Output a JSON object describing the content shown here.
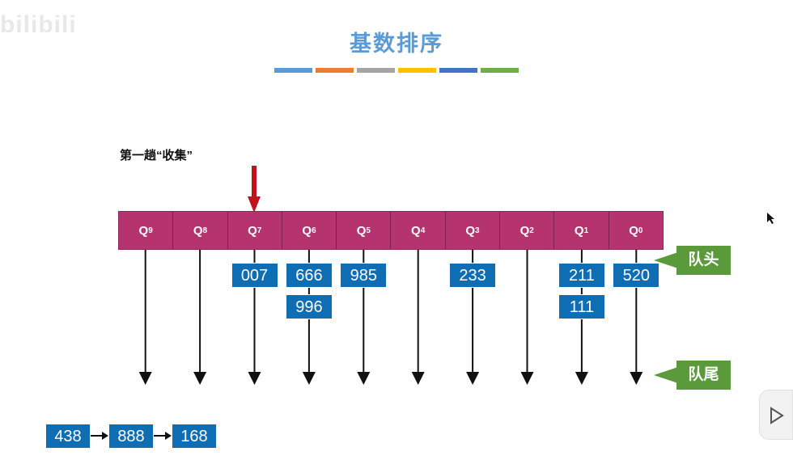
{
  "watermark": "bilibili",
  "title": "基数排序",
  "colorbar": [
    "#5b9bd5",
    "#ed7d31",
    "#a5a5a5",
    "#ffc000",
    "#4472c4",
    "#70ad47"
  ],
  "subtitle": "第一趟“收集”",
  "queues": [
    {
      "label": "Q",
      "sub": "9",
      "items": []
    },
    {
      "label": "Q",
      "sub": "8",
      "items": []
    },
    {
      "label": "Q",
      "sub": "7",
      "items": [
        "007"
      ]
    },
    {
      "label": "Q",
      "sub": "6",
      "items": [
        "666",
        "996"
      ]
    },
    {
      "label": "Q",
      "sub": "5",
      "items": [
        "985"
      ]
    },
    {
      "label": "Q",
      "sub": "4",
      "items": []
    },
    {
      "label": "Q",
      "sub": "3",
      "items": [
        "233"
      ]
    },
    {
      "label": "Q",
      "sub": "2",
      "items": []
    },
    {
      "label": "Q",
      "sub": "1",
      "items": [
        "211",
        "111"
      ]
    },
    {
      "label": "Q",
      "sub": "0",
      "items": [
        "520"
      ]
    }
  ],
  "head_label": "队头",
  "tail_label": "队尾",
  "collected": [
    "438",
    "888",
    "168"
  ],
  "colors": {
    "queue_bar": "#b5336f",
    "box": "#0f6db3",
    "tag": "#5a9a3a",
    "pointer": "#c0131b"
  }
}
